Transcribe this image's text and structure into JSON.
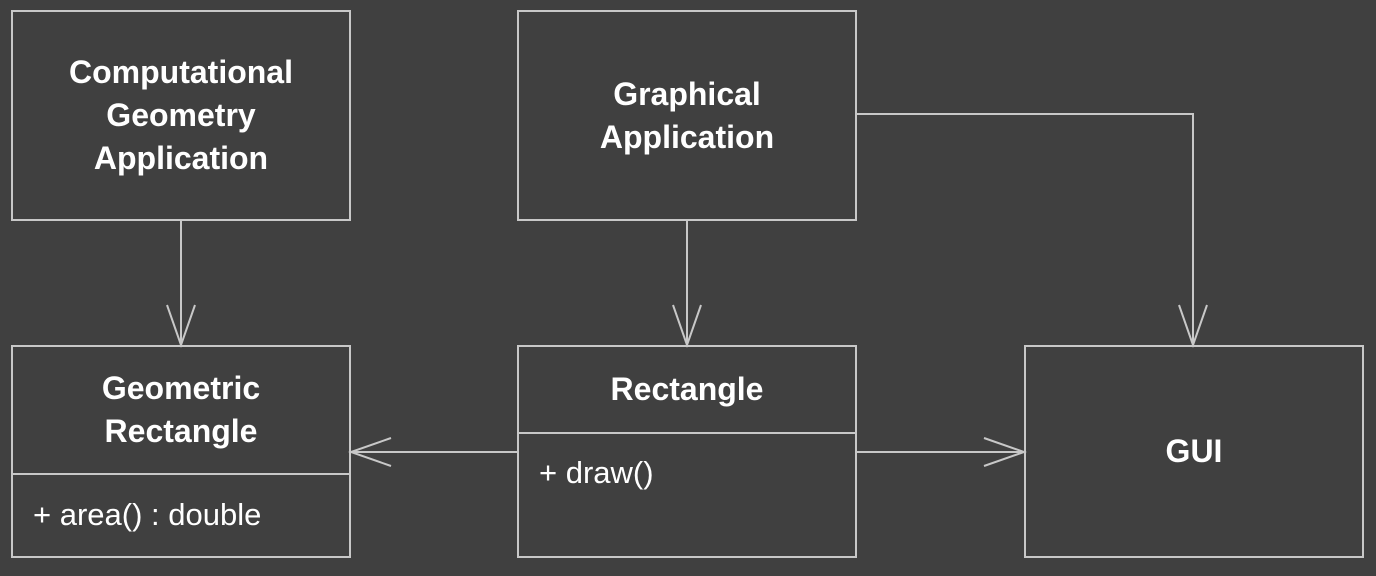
{
  "classes": {
    "computational_geometry_application": {
      "name": "Computational\nGeometry\nApplication"
    },
    "graphical_application": {
      "name": "Graphical\nApplication"
    },
    "geometric_rectangle": {
      "name": "Geometric\nRectangle",
      "member": "+ area() : double"
    },
    "rectangle": {
      "name": "Rectangle",
      "member": "+ draw()"
    },
    "gui": {
      "name": "GUI"
    }
  },
  "colors": {
    "background": "#404040",
    "line": "#c8c8c8",
    "text": "#ffffff"
  }
}
